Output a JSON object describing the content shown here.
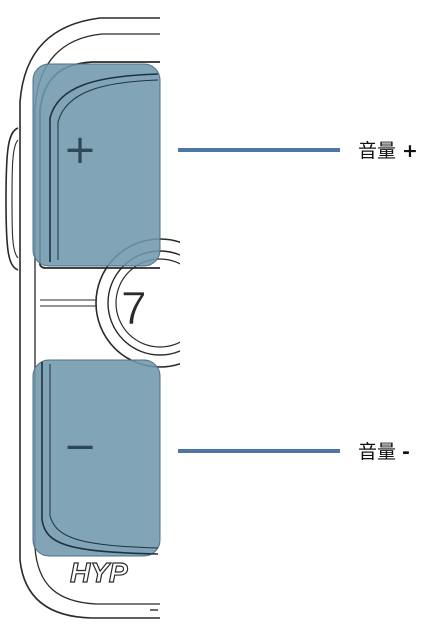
{
  "device": {
    "center_digit": "7",
    "brand_text": "HYP",
    "plus_symbol": "+",
    "minus_symbol": "−"
  },
  "callouts": [
    {
      "id": "volume-up",
      "text": "音量",
      "sign": "+"
    },
    {
      "id": "volume-down",
      "text": "音量",
      "sign": "-"
    }
  ],
  "colors": {
    "button_highlight": "#6f97ac",
    "callout_line": "#4f77a6",
    "outline": "#2a2a2a"
  },
  "icons": {
    "volume_up_button": "plus-icon",
    "volume_down_button": "minus-icon"
  }
}
